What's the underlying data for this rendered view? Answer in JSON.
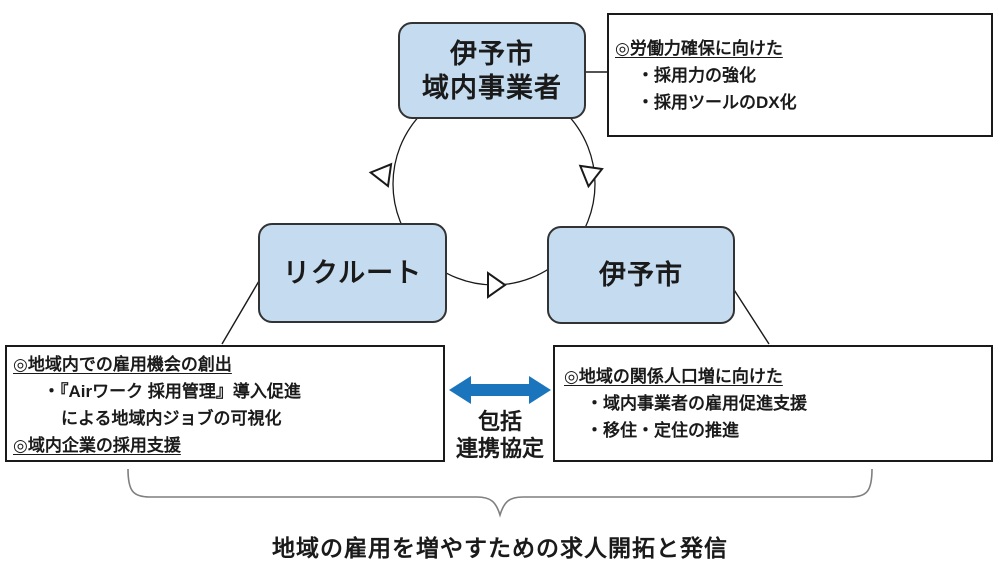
{
  "diagram": {
    "nodes": {
      "business": {
        "line1": "伊予市",
        "line2": "域内事業者"
      },
      "recruit": {
        "label": "リクルート"
      },
      "iyo": {
        "label": "伊予市"
      }
    },
    "notes": {
      "workforce": {
        "heading": "◎労働力確保に向けた",
        "item1": "・採用力の強化",
        "item2": "・採用ツールのDX化"
      },
      "recruit_side": {
        "heading1": "◎地域内での雇用機会の創出",
        "item1": "・『Airワーク 採用管理』導入促進",
        "item1_cont": "による地域内ジョブの可視化",
        "heading2": "◎域内企業の採用支援"
      },
      "iyo_side": {
        "heading": "◎地域の関係人口増に向けた",
        "item1": "・域内事業者の雇用促進支援",
        "item2": "・移住・定住の推進"
      }
    },
    "agreement": {
      "line1": "包括",
      "line2": "連携協定"
    },
    "caption": "地域の雇用を増やすための求人開拓と発信",
    "colors": {
      "node_fill": "#c5dcf0",
      "node_border": "#333333",
      "arrow_blue": "#1b75bc",
      "brace_gray": "#7f7f7f",
      "line_black": "#1a1a1a"
    }
  }
}
